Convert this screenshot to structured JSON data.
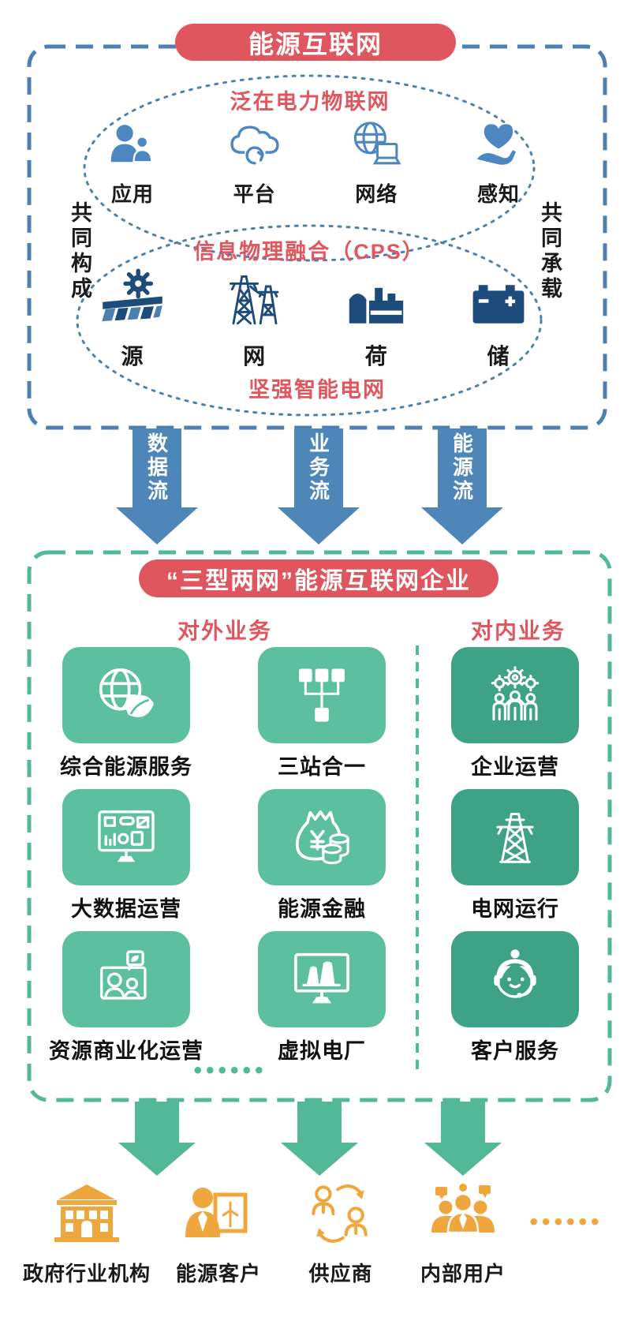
{
  "colors": {
    "red": "#E0565F",
    "blue_border": "#4E80AF",
    "icon_blue": "#4D87C2",
    "navy": "#1D4B7C",
    "arrow_blue": "#4E86BA",
    "teal": "#52B897",
    "tile_light": "#5CBFA0",
    "tile_dark": "#3EA287",
    "orange": "#EFA73D"
  },
  "energy_internet": {
    "banner": "能源互联网",
    "left_side_label": "共同构成",
    "right_side_label": "共同承载",
    "iot": {
      "title": "泛在电力物联网",
      "items": [
        {
          "label": "应用",
          "icon": "users-icon"
        },
        {
          "label": "平台",
          "icon": "cloud-platform-icon"
        },
        {
          "label": "网络",
          "icon": "globe-computer-icon"
        },
        {
          "label": "感知",
          "icon": "heart-hand-icon"
        }
      ]
    },
    "cps": {
      "title": "信息物理融合（CPS）",
      "items": [
        {
          "label": "源",
          "icon": "dam-gear-icon"
        },
        {
          "label": "网",
          "icon": "transmission-towers-icon"
        },
        {
          "label": "荷",
          "icon": "power-plant-icon"
        },
        {
          "label": "储",
          "icon": "battery-icon"
        }
      ],
      "footer": "坚强智能电网"
    }
  },
  "flows": [
    {
      "label": "数据流"
    },
    {
      "label": "业务流"
    },
    {
      "label": "能源流"
    }
  ],
  "green_box": {
    "banner": "“三型两网”能源互联网企业",
    "external": {
      "header": "对外业务",
      "tiles": [
        {
          "label": "综合能源服务",
          "icon": "globe-leaf-icon"
        },
        {
          "label": "三站合一",
          "icon": "org-chart-icon"
        },
        {
          "label": "大数据运营",
          "icon": "dashboard-icon"
        },
        {
          "label": "能源金融",
          "icon": "money-bag-icon"
        },
        {
          "label": "资源商业化运营",
          "icon": "video-conference-icon"
        },
        {
          "label": "虚拟电厂",
          "icon": "virtual-plant-icon"
        }
      ]
    },
    "internal": {
      "header": "对内业务",
      "tiles": [
        {
          "label": "企业运营",
          "icon": "people-gears-icon"
        },
        {
          "label": "电网运行",
          "icon": "power-tower-icon"
        },
        {
          "label": "客户服务",
          "icon": "customer-service-icon"
        }
      ]
    },
    "ellipsis": "••••••"
  },
  "stakeholders": {
    "items": [
      {
        "label": "政府行业机构",
        "icon": "government-building-icon"
      },
      {
        "label": "能源客户",
        "icon": "energy-customer-icon"
      },
      {
        "label": "供应商",
        "icon": "supplier-icon"
      },
      {
        "label": "内部用户",
        "icon": "internal-users-icon"
      }
    ],
    "ellipsis": "••••••"
  }
}
